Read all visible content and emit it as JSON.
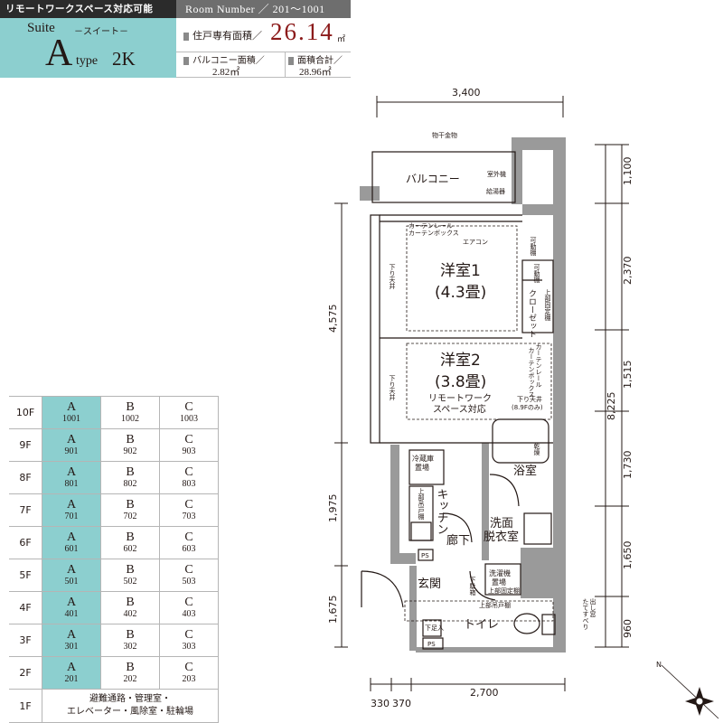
{
  "header": {
    "banner": "リモートワークスペース対応可能",
    "room_number": "Room Number ／ 201〜1001",
    "suite": "Suite",
    "suite_kana": "－スイート－",
    "type_letter": "A",
    "type_word": "type",
    "layout": "2K",
    "area_label": "住戸専有面積／",
    "area_value": "26.14",
    "area_unit": "㎡",
    "balcony_label": "バルコニー面積／",
    "balcony_value": "2.82㎡",
    "total_label": "面積合計／",
    "total_value": "28.96㎡"
  },
  "floors": [
    {
      "floor": "10F",
      "units": [
        {
          "letter": "A",
          "num": "1001"
        },
        {
          "letter": "B",
          "num": "1002"
        },
        {
          "letter": "C",
          "num": "1003"
        }
      ]
    },
    {
      "floor": "9F",
      "units": [
        {
          "letter": "A",
          "num": "901"
        },
        {
          "letter": "B",
          "num": "902"
        },
        {
          "letter": "C",
          "num": "903"
        }
      ]
    },
    {
      "floor": "8F",
      "units": [
        {
          "letter": "A",
          "num": "801"
        },
        {
          "letter": "B",
          "num": "802"
        },
        {
          "letter": "C",
          "num": "803"
        }
      ]
    },
    {
      "floor": "7F",
      "units": [
        {
          "letter": "A",
          "num": "701"
        },
        {
          "letter": "B",
          "num": "702"
        },
        {
          "letter": "C",
          "num": "703"
        }
      ]
    },
    {
      "floor": "6F",
      "units": [
        {
          "letter": "A",
          "num": "601"
        },
        {
          "letter": "B",
          "num": "602"
        },
        {
          "letter": "C",
          "num": "603"
        }
      ]
    },
    {
      "floor": "5F",
      "units": [
        {
          "letter": "A",
          "num": "501"
        },
        {
          "letter": "B",
          "num": "502"
        },
        {
          "letter": "C",
          "num": "503"
        }
      ]
    },
    {
      "floor": "4F",
      "units": [
        {
          "letter": "A",
          "num": "401"
        },
        {
          "letter": "B",
          "num": "402"
        },
        {
          "letter": "C",
          "num": "403"
        }
      ]
    },
    {
      "floor": "3F",
      "units": [
        {
          "letter": "A",
          "num": "301"
        },
        {
          "letter": "B",
          "num": "302"
        },
        {
          "letter": "C",
          "num": "303"
        }
      ]
    },
    {
      "floor": "2F",
      "units": [
        {
          "letter": "A",
          "num": "201"
        },
        {
          "letter": "B",
          "num": "202"
        },
        {
          "letter": "C",
          "num": "203"
        }
      ]
    }
  ],
  "ground_floor": {
    "floor": "1F",
    "line1": "避難通路・管理室・",
    "line2": "エレベーター・風除室・駐輪場"
  },
  "plan": {
    "rooms": {
      "balcony": "バルコニー",
      "western1": "洋室1",
      "western1_size": "(4.3畳)",
      "western2": "洋室2",
      "western2_size": "(3.8畳)",
      "remote_line1": "リモートワーク",
      "remote_line2": "スペース対応",
      "bath": "浴室",
      "kitchen": "キッチン",
      "washroom_line1": "洗面",
      "washroom_line2": "脱衣室",
      "corridor": "廊下",
      "entrance": "玄関",
      "toilet": "トイレ"
    },
    "notes": {
      "drying_rack": "物干金物",
      "outdoor_unit": "室外機",
      "water_heater": "給湯器",
      "curtain_rail": "カーテンレール",
      "curtain_box": "カーテンボックス",
      "aircon": "エアコン",
      "movable_shelf1": "可動棚",
      "movable_shelf2": "可動棚",
      "closet": "クローゼット",
      "upper_fixed_shelf": "上部固定棚",
      "lowered_ceiling1": "下り天井",
      "lowered_ceiling2": "下り天井",
      "curtain_rail2": "カーテンレール",
      "curtain_box2": "カーテンボックス",
      "lowered_ceiling3": "下り天井",
      "lowered_ceiling3_note": "(8.9Fのみ)",
      "bath_dryer": "乾燥",
      "fridge1": "冷蔵庫",
      "fridge2": "置場",
      "upper_cabinet": "上部吊戸棚",
      "ps1": "PS",
      "shoe_box": "下駄箱",
      "washer1": "洗濯機",
      "washer2": "置場",
      "upper_fixed_shelf2": "上部固定棚",
      "upper_cabinet2": "上部吊戸棚",
      "under_floor": "下足入",
      "ps2": "PS",
      "pull_out1": "たてすべり",
      "pull_out2": "出し窓"
    },
    "dims": {
      "top": "3,400",
      "left_upper": "4,575",
      "left_lower1": "1,975",
      "left_lower2": "1,675",
      "right1": "1,100",
      "right2": "2,370",
      "right3": "1,515",
      "right4": "1,730",
      "right5": "1,650",
      "right6": "960",
      "total_right": "8,225",
      "bottom1": "330",
      "bottom2": "370",
      "bottom3": "2,700"
    },
    "compass": "N"
  },
  "colors": {
    "accent": "#8ccfcf",
    "dark_banner": "#2b2b2b",
    "gray_banner": "#6e6e6e",
    "area_red": "#8b1a1a",
    "wall": "#9a9a9a"
  }
}
